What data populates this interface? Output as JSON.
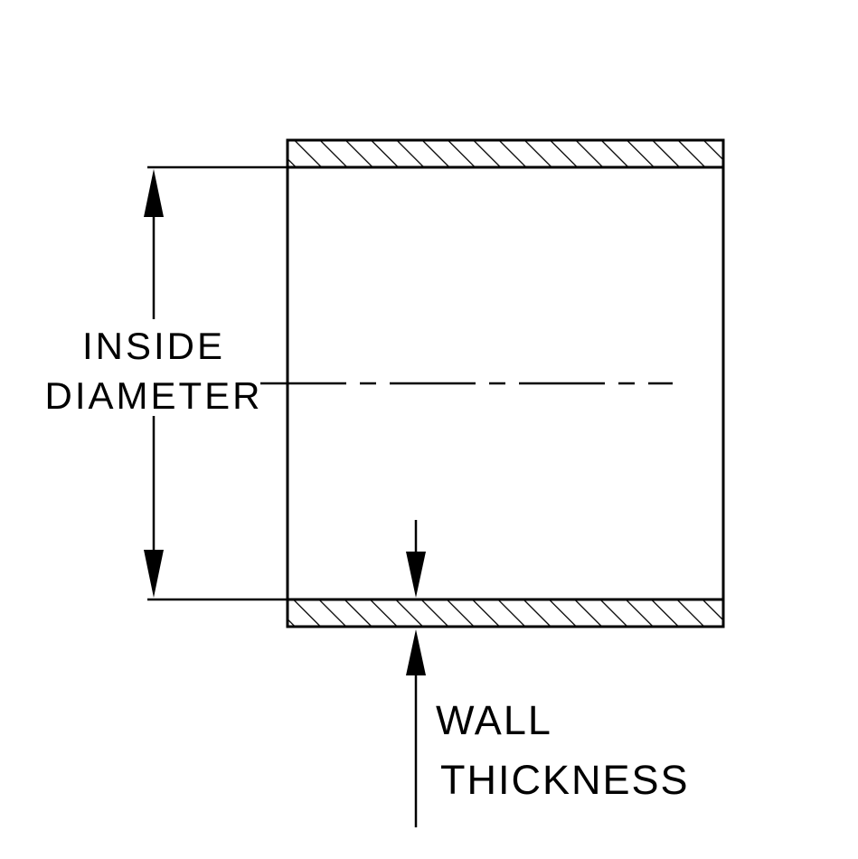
{
  "diagram": {
    "type": "technical-drawing",
    "subject": "tube cross-section with dimension callouts",
    "labels": {
      "inside_diameter_line1": "INSIDE",
      "inside_diameter_line2": "DIAMETER",
      "wall_thickness_line1": "WALL",
      "wall_thickness_line2": "THICKNESS"
    },
    "colors": {
      "line": "#000000",
      "background": "#ffffff"
    }
  }
}
